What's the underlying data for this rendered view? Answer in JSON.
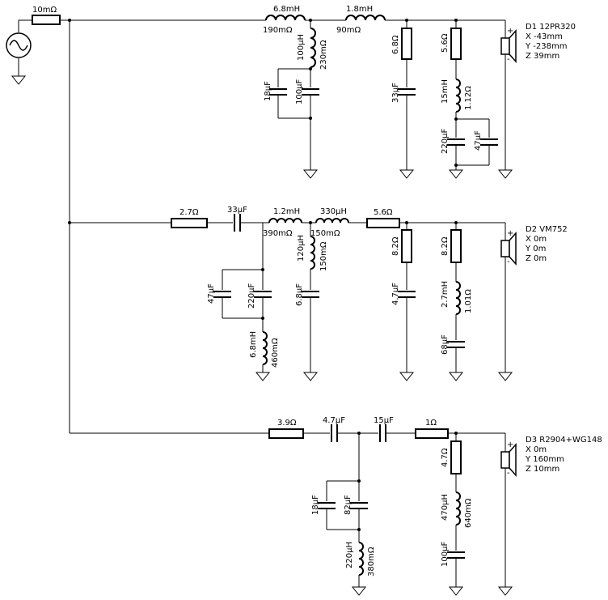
{
  "source": {
    "resistor": "10mΩ"
  },
  "driver1": {
    "series_l1": "6.8mH",
    "series_l1_r": "190mΩ",
    "series_l2": "1.8mH",
    "series_l2_r": "90mΩ",
    "shunt_l": "100µH",
    "shunt_l_r": "230mΩ",
    "shunt_c1": "18µF",
    "shunt_c2": "100µF",
    "r1": "6.8Ω",
    "c1": "33µF",
    "r2": "5.6Ω",
    "l2": "15mH",
    "l2_r": "1.12Ω",
    "c2a": "220µF",
    "c2b": "47µF",
    "name": "D1 12PR320",
    "x": "X -43mm",
    "y": "Y -238mm",
    "z": "Z 39mm"
  },
  "driver2": {
    "series_r": "2.7Ω",
    "series_c": "33µF",
    "series_l1": "1.2mH",
    "series_l1_r": "390mΩ",
    "series_l2": "330µH",
    "series_l2_r": "150mΩ",
    "series_r2": "5.6Ω",
    "shunt_c1": "47µF",
    "shunt_c2": "220µF",
    "shunt_l": "6.8mH",
    "shunt_l_r": "460mΩ",
    "shunt2_l": "120µH",
    "shunt2_l_r": "150mΩ",
    "shunt2_c": "6.8µF",
    "r1": "8.2Ω",
    "c1": "4.7µF",
    "r2": "8.2Ω",
    "l2": "2.7mH",
    "l2_r": "1.01Ω",
    "c2": "68µF",
    "name": "D2 VM752",
    "x": "X 0m",
    "y": "Y 0m",
    "z": "Z 0m"
  },
  "driver3": {
    "series_r": "3.9Ω",
    "series_c1": "4.7µF",
    "series_c2": "15µF",
    "series_r2": "1Ω",
    "shunt_c1": "18µF",
    "shunt_c2": "82µF",
    "shunt_l": "220µH",
    "shunt_l_r": "380mΩ",
    "r1": "4.7Ω",
    "l1": "470µH",
    "l1_r": "640mΩ",
    "c1": "100µF",
    "name": "D3 R2904+WG148",
    "x": "X 0m",
    "y": "Y 160mm",
    "z": "Z 10mm"
  },
  "polarity": {
    "plus": "+",
    "minus": "-"
  }
}
